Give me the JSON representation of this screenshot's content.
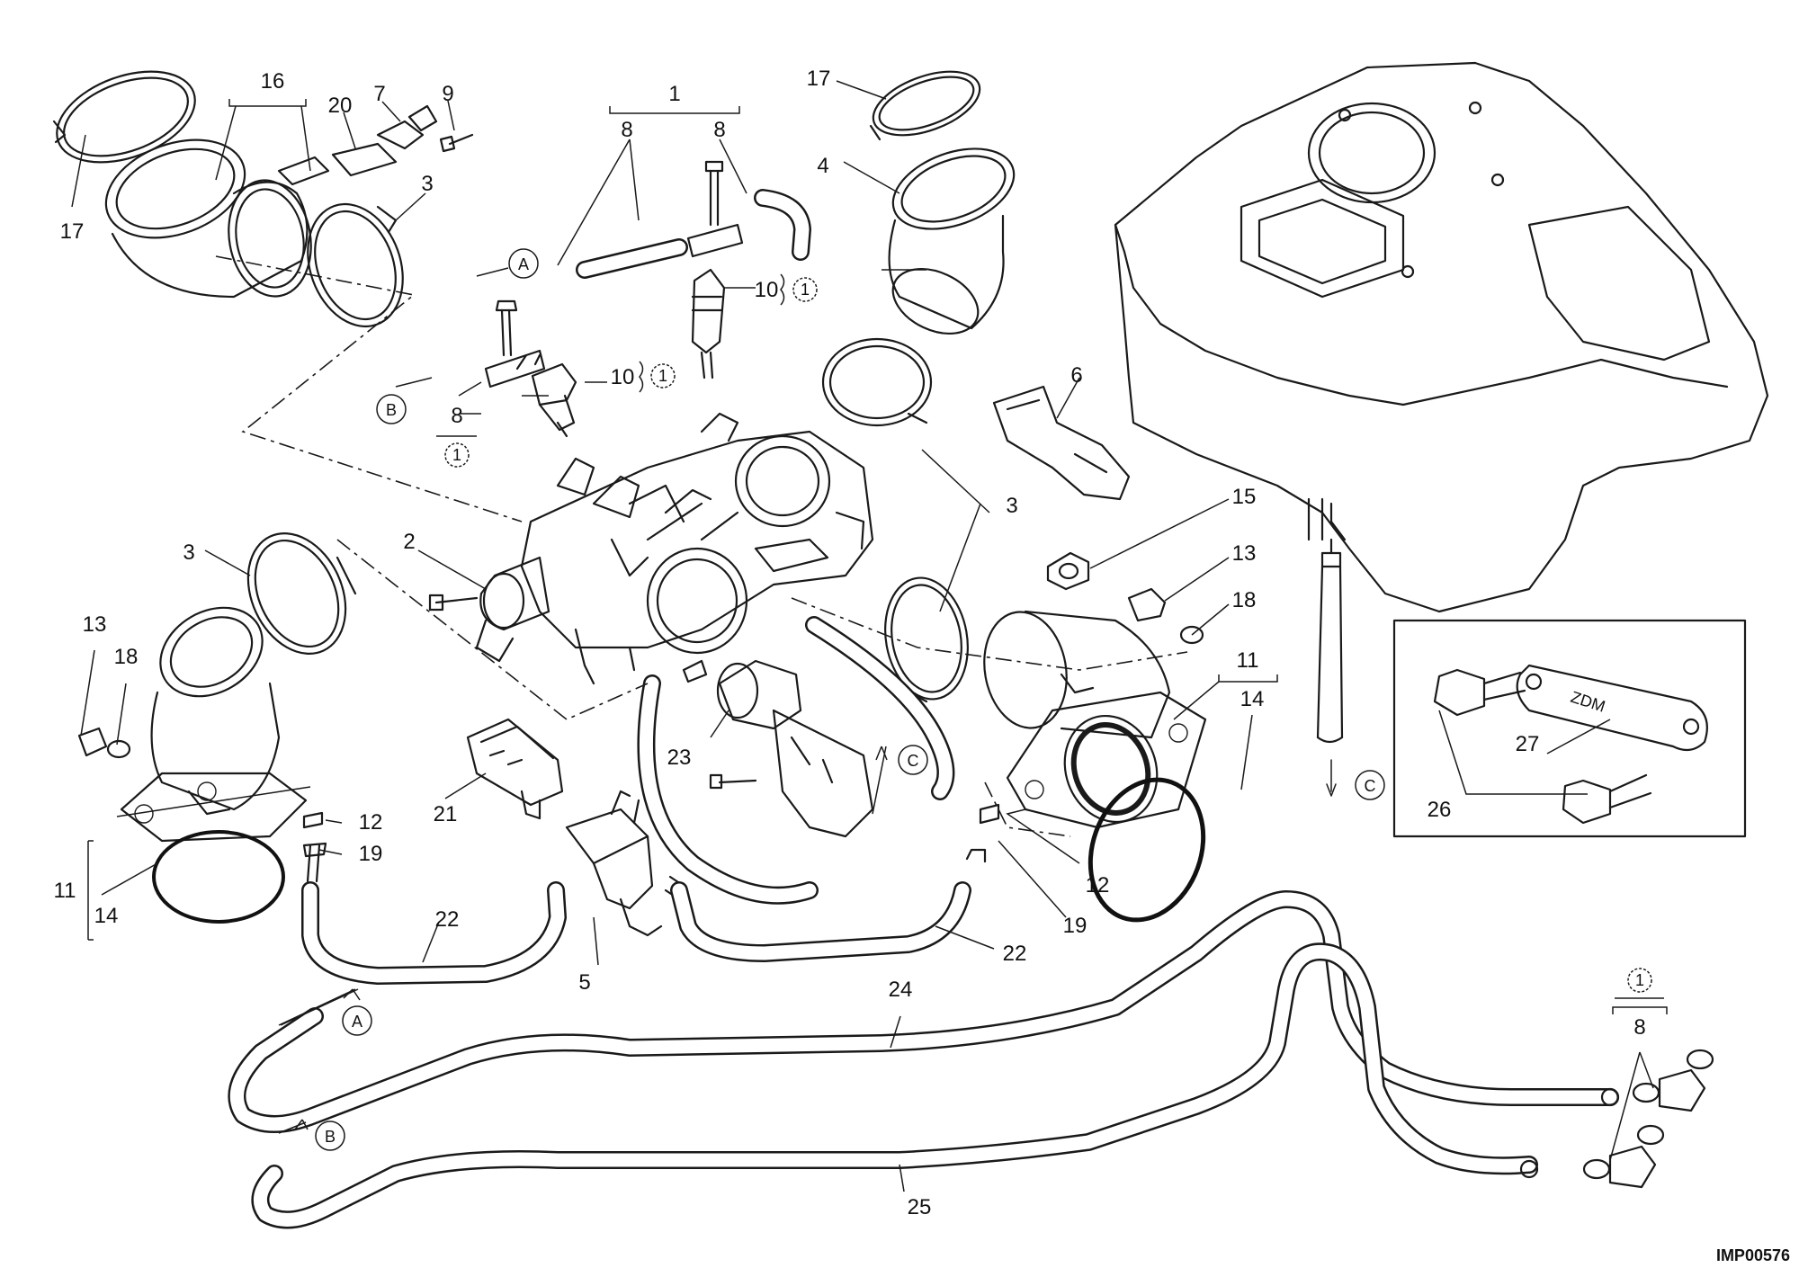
{
  "drawing_code": "IMP00576",
  "parts": [
    {
      "ref": "1"
    },
    {
      "ref": "2"
    },
    {
      "ref": "3"
    },
    {
      "ref": "4"
    },
    {
      "ref": "5"
    },
    {
      "ref": "6"
    },
    {
      "ref": "7"
    },
    {
      "ref": "8"
    },
    {
      "ref": "9"
    },
    {
      "ref": "10"
    },
    {
      "ref": "11"
    },
    {
      "ref": "12"
    },
    {
      "ref": "13"
    },
    {
      "ref": "14"
    },
    {
      "ref": "15"
    },
    {
      "ref": "16"
    },
    {
      "ref": "17"
    },
    {
      "ref": "18"
    },
    {
      "ref": "19"
    },
    {
      "ref": "20"
    },
    {
      "ref": "21"
    },
    {
      "ref": "22"
    },
    {
      "ref": "23"
    },
    {
      "ref": "24"
    },
    {
      "ref": "25"
    },
    {
      "ref": "26"
    },
    {
      "ref": "27"
    }
  ],
  "connectors": [
    "A",
    "B",
    "C"
  ],
  "variant_mark": "1",
  "inset_brand": "ZDM"
}
